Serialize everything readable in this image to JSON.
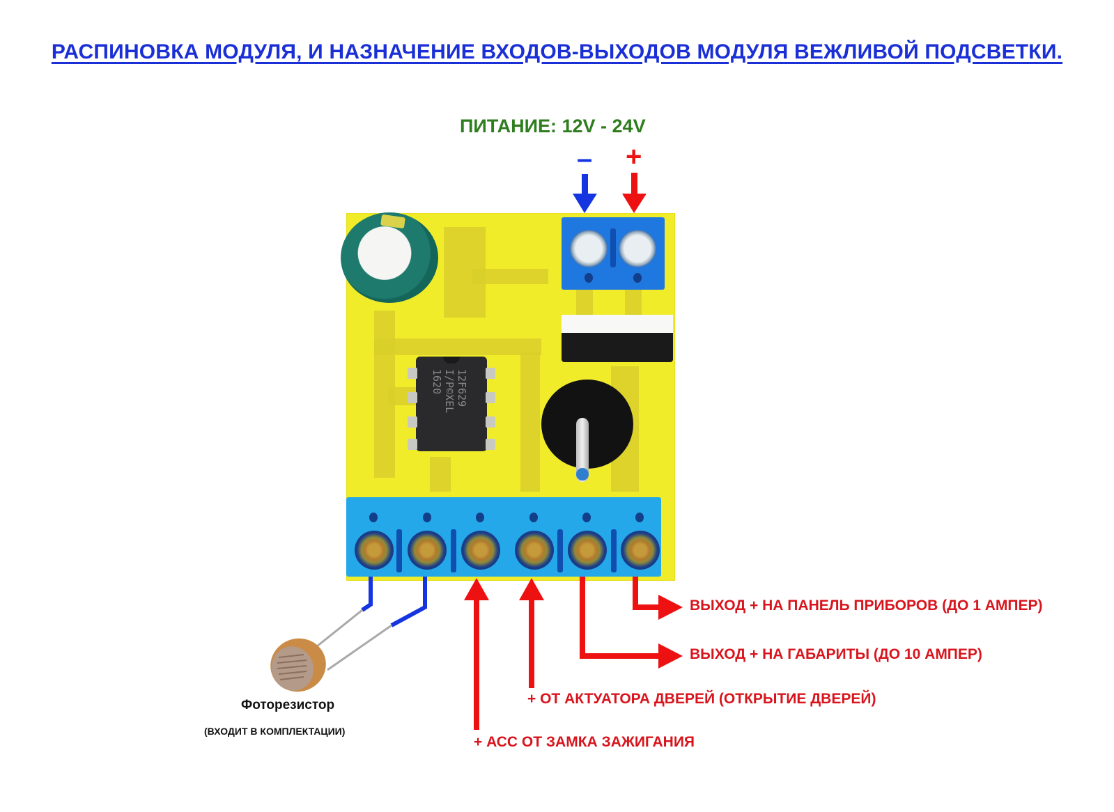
{
  "title": "РАСПИНОВКА МОДУЛЯ, И НАЗНАЧЕНИЕ ВХОДОВ-ВЫХОДОВ МОДУЛЯ ВЕЖЛИВОЙ ПОДСВЕТКИ.",
  "power": {
    "label": "ПИТАНИЕ: 12V - 24V",
    "negative_symbol": "–",
    "positive_symbol": "+"
  },
  "components": {
    "microcontroller_marking": [
      "12F629",
      "I/P©XEL",
      "1620"
    ]
  },
  "pins": [
    {
      "id": "ldr-1",
      "role": "photoresistor"
    },
    {
      "id": "ldr-2",
      "role": "photoresistor"
    },
    {
      "id": "acc",
      "label": "+ АСС ОТ ЗАМКА ЗАЖИГАНИЯ"
    },
    {
      "id": "door",
      "label": "+ ОТ АКТУАТОРА ДВЕРЕЙ (ОТКРЫТИЕ ДВЕРЕЙ)"
    },
    {
      "id": "parking",
      "label": "ВЫХОД + НА ГАБАРИТЫ (ДО 10 АМПЕР)"
    },
    {
      "id": "dashboard",
      "label": "ВЫХОД + НА ПАНЕЛЬ ПРИБОРОВ (ДО 1 АМПЕР)"
    }
  ],
  "photoresistor": {
    "name": "Фоторезистор",
    "note": "(ВХОДИТ В КОМПЛЕКТАЦИИ)"
  },
  "colors": {
    "title": "#1a2fd6",
    "power": "#2e7d1e",
    "negative": "#1535e0",
    "positive": "#ee1111",
    "labels": "#d8141c",
    "pcb": "#f1ec2a",
    "terminal": "#24a8ea"
  }
}
